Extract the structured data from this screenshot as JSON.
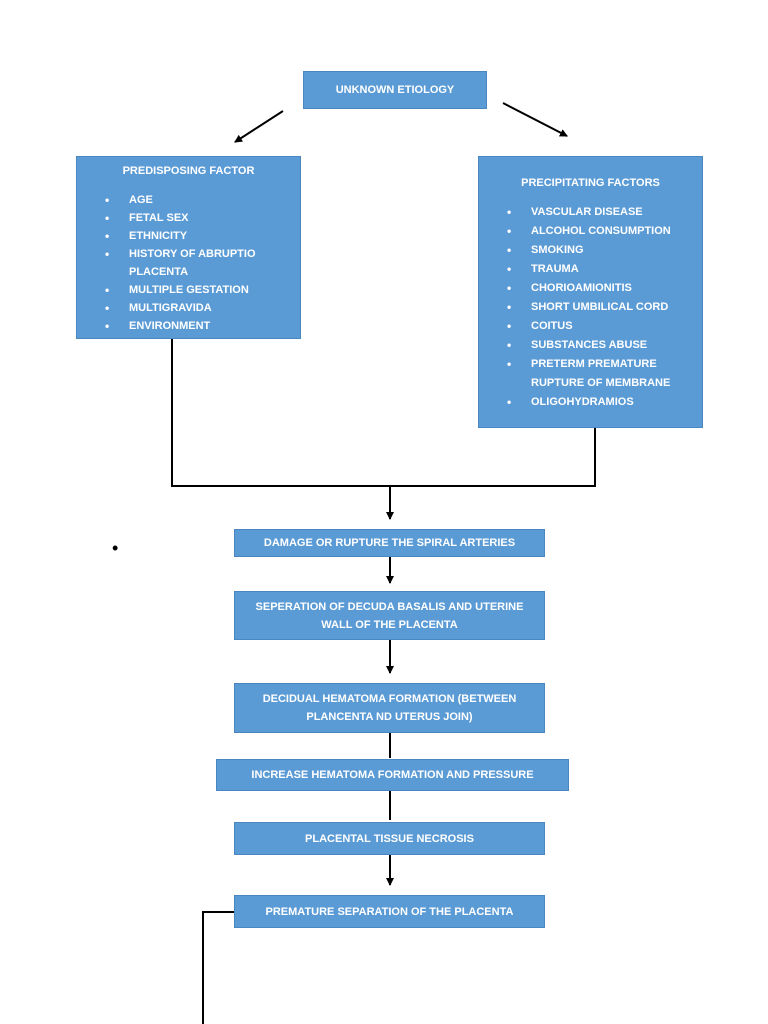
{
  "etiology": "UNKNOWN ETIOLOGY",
  "predisposing": {
    "title": "PREDISPOSING FACTOR",
    "items": [
      "AGE",
      "FETAL SEX",
      "ETHNICITY",
      "HISTORY OF ABRUPTIO PLACENTA",
      "MULTIPLE GESTATION",
      "MULTIGRAVIDA",
      "ENVIRONMENT"
    ]
  },
  "precipitating": {
    "title": "PRECIPITATING FACTORS",
    "items": [
      "VASCULAR DISEASE",
      "ALCOHOL CONSUMPTION",
      "SMOKING",
      "TRAUMA",
      "CHORIOAMIONITIS",
      "SHORT UMBILICAL CORD",
      "COITUS",
      "SUBSTANCES ABUSE",
      "PRETERM PREMATURE RUPTURE OF MEMBRANE",
      "OLIGOHYDRAMIOS"
    ]
  },
  "steps": [
    "DAMAGE OR RUPTURE THE SPIRAL ARTERIES",
    "SEPERATION OF DECUDA BASALIS AND UTERINE WALL OF THE PLACENTA",
    "DECIDUAL HEMATOMA FORMATION (BETWEEN PLANCENTA ND UTERUS JOIN)",
    "INCREASE HEMATOMA FORMATION AND PRESSURE",
    "PLACENTAL TISSUE NECROSIS",
    "PREMATURE SEPARATION OF THE PLACENTA"
  ],
  "colors": {
    "box_fill": "#5b9bd5",
    "box_border": "#4a86c0",
    "text": "#ffffff",
    "line": "#000000"
  }
}
